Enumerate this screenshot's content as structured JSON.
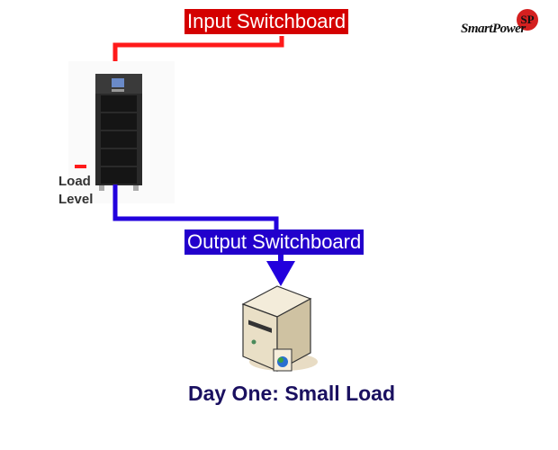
{
  "diagram": {
    "input_switchboard": "Input Switchboard",
    "output_switchboard": "Output Switchboard",
    "load_level_line1": "Load",
    "load_level_line2": "Level",
    "title": "Day One: Small Load",
    "load_level_fraction": 0.1
  },
  "logo": {
    "text": "SmartPower",
    "monogram": "SP"
  },
  "colors": {
    "input": "#d40000",
    "output": "#2200cc",
    "title": "#1a1060"
  }
}
